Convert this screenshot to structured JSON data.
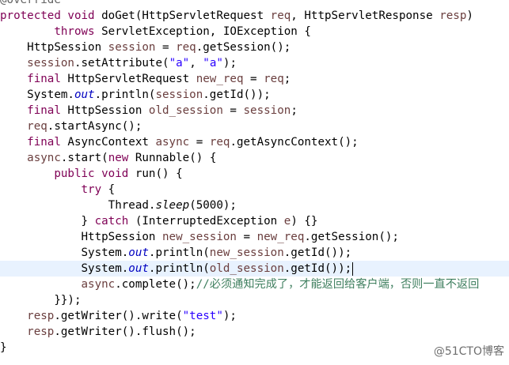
{
  "editor": {
    "current_line_index": 17,
    "lines": [
      {
        "indent": "",
        "tokens": [
          {
            "t": "@Override",
            "c": "anno"
          }
        ]
      },
      {
        "indent": "",
        "tokens": [
          {
            "t": "protected void ",
            "c": "kw"
          },
          {
            "t": "doGet(HttpServletRequest ",
            "c": ""
          },
          {
            "t": "req",
            "c": "local"
          },
          {
            "t": ", HttpServletResponse ",
            "c": ""
          },
          {
            "t": "resp",
            "c": "local"
          },
          {
            "t": ")",
            "c": ""
          }
        ]
      },
      {
        "indent": "        ",
        "tokens": [
          {
            "t": "throws ",
            "c": "kw"
          },
          {
            "t": "ServletException, IOException {",
            "c": ""
          }
        ]
      },
      {
        "indent": "    ",
        "tokens": [
          {
            "t": "HttpSession ",
            "c": ""
          },
          {
            "t": "session",
            "c": "local"
          },
          {
            "t": " = ",
            "c": ""
          },
          {
            "t": "req",
            "c": "local"
          },
          {
            "t": ".getSession();",
            "c": ""
          }
        ]
      },
      {
        "indent": "    ",
        "tokens": [
          {
            "t": "session",
            "c": "local"
          },
          {
            "t": ".setAttribute(",
            "c": ""
          },
          {
            "t": "\"a\"",
            "c": "str"
          },
          {
            "t": ", ",
            "c": ""
          },
          {
            "t": "\"a\"",
            "c": "str"
          },
          {
            "t": ");",
            "c": ""
          }
        ]
      },
      {
        "indent": "    ",
        "tokens": [
          {
            "t": "final ",
            "c": "kw"
          },
          {
            "t": "HttpServletRequest ",
            "c": ""
          },
          {
            "t": "new_req",
            "c": "local"
          },
          {
            "t": " = ",
            "c": ""
          },
          {
            "t": "req",
            "c": "local"
          },
          {
            "t": ";",
            "c": ""
          }
        ]
      },
      {
        "indent": "    ",
        "tokens": [
          {
            "t": "System.",
            "c": ""
          },
          {
            "t": "out",
            "c": "field"
          },
          {
            "t": ".println(",
            "c": ""
          },
          {
            "t": "session",
            "c": "local"
          },
          {
            "t": ".getId());",
            "c": ""
          }
        ]
      },
      {
        "indent": "    ",
        "tokens": [
          {
            "t": "final ",
            "c": "kw"
          },
          {
            "t": "HttpSession ",
            "c": ""
          },
          {
            "t": "old_session",
            "c": "local"
          },
          {
            "t": " = ",
            "c": ""
          },
          {
            "t": "session",
            "c": "local"
          },
          {
            "t": ";",
            "c": ""
          }
        ]
      },
      {
        "indent": "    ",
        "tokens": [
          {
            "t": "req",
            "c": "local"
          },
          {
            "t": ".startAsync();",
            "c": ""
          }
        ]
      },
      {
        "indent": "    ",
        "tokens": [
          {
            "t": "final ",
            "c": "kw"
          },
          {
            "t": "AsyncContext ",
            "c": ""
          },
          {
            "t": "async",
            "c": "local"
          },
          {
            "t": " = ",
            "c": ""
          },
          {
            "t": "req",
            "c": "local"
          },
          {
            "t": ".getAsyncContext();",
            "c": ""
          }
        ]
      },
      {
        "indent": "    ",
        "tokens": [
          {
            "t": "async",
            "c": "local"
          },
          {
            "t": ".start(",
            "c": ""
          },
          {
            "t": "new ",
            "c": "kw"
          },
          {
            "t": "Runnable() {",
            "c": ""
          }
        ]
      },
      {
        "indent": "        ",
        "tokens": [
          {
            "t": "public void ",
            "c": "kw"
          },
          {
            "t": "run() {",
            "c": ""
          }
        ]
      },
      {
        "indent": "            ",
        "tokens": [
          {
            "t": "try ",
            "c": "kw"
          },
          {
            "t": "{",
            "c": ""
          }
        ]
      },
      {
        "indent": "                ",
        "tokens": [
          {
            "t": "Thread.",
            "c": ""
          },
          {
            "t": "sleep",
            "c": "italic"
          },
          {
            "t": "(5000);",
            "c": ""
          }
        ]
      },
      {
        "indent": "            ",
        "tokens": [
          {
            "t": "} ",
            "c": ""
          },
          {
            "t": "catch ",
            "c": "kw"
          },
          {
            "t": "(InterruptedException ",
            "c": ""
          },
          {
            "t": "e",
            "c": "local"
          },
          {
            "t": ") {}",
            "c": ""
          }
        ]
      },
      {
        "indent": "            ",
        "tokens": [
          {
            "t": "HttpSession ",
            "c": ""
          },
          {
            "t": "new_session",
            "c": "local"
          },
          {
            "t": " = ",
            "c": ""
          },
          {
            "t": "new_req",
            "c": "local"
          },
          {
            "t": ".getSession();",
            "c": ""
          }
        ]
      },
      {
        "indent": "            ",
        "tokens": [
          {
            "t": "System.",
            "c": ""
          },
          {
            "t": "out",
            "c": "field"
          },
          {
            "t": ".println(",
            "c": ""
          },
          {
            "t": "new_session",
            "c": "local"
          },
          {
            "t": ".getId());",
            "c": ""
          }
        ]
      },
      {
        "indent": "            ",
        "tokens": [
          {
            "t": "System.",
            "c": ""
          },
          {
            "t": "out",
            "c": "field"
          },
          {
            "t": ".println(",
            "c": ""
          },
          {
            "t": "old_session",
            "c": "local"
          },
          {
            "t": ".getId());",
            "c": ""
          }
        ]
      },
      {
        "indent": "            ",
        "tokens": [
          {
            "t": "async",
            "c": "local"
          },
          {
            "t": ".complete();",
            "c": ""
          },
          {
            "t": "//必须通知完成了，才能返回给客户端，否则一直不返回",
            "c": "cmt"
          }
        ]
      },
      {
        "indent": "        ",
        "tokens": [
          {
            "t": "}});",
            "c": ""
          }
        ]
      },
      {
        "indent": "    ",
        "tokens": [
          {
            "t": "resp",
            "c": "local"
          },
          {
            "t": ".getWriter().write(",
            "c": ""
          },
          {
            "t": "\"test\"",
            "c": "str"
          },
          {
            "t": ");",
            "c": ""
          }
        ]
      },
      {
        "indent": "    ",
        "tokens": [
          {
            "t": "resp",
            "c": "local"
          },
          {
            "t": ".getWriter().flush();",
            "c": ""
          }
        ]
      },
      {
        "indent": "",
        "tokens": [
          {
            "t": "}",
            "c": ""
          }
        ]
      }
    ]
  },
  "watermark": {
    "text": "@51CTO博客"
  }
}
